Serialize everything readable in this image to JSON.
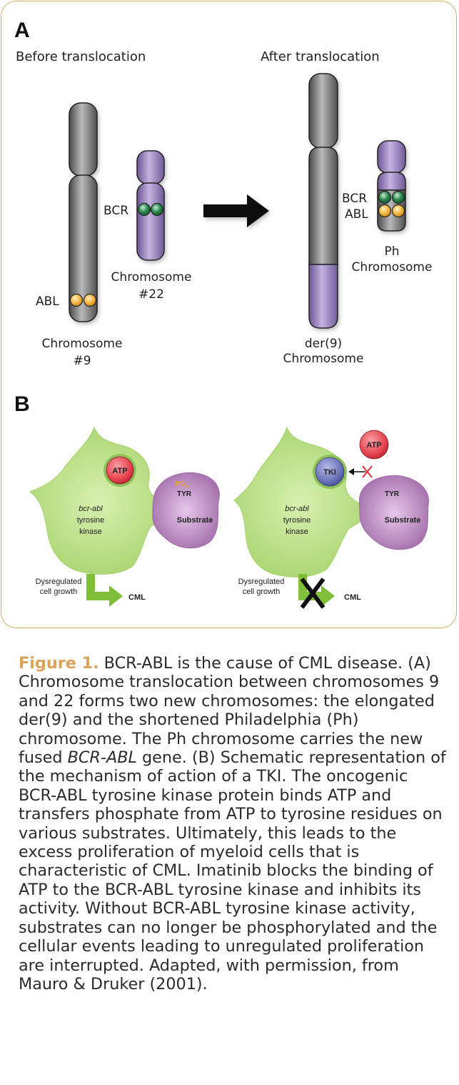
{
  "panel_a": {
    "letter": "A",
    "before_heading": "Before translocation",
    "after_heading": "After translocation",
    "bcr_label": "BCR",
    "abl_label": "ABL",
    "chr9_line1": "Chromosome",
    "chr9_line2": "#9",
    "chr22_line1": "Chromosome",
    "chr22_line2": "#22",
    "der9_line1": "der(9)",
    "der9_line2": "Chromosome",
    "ph_line1": "Ph",
    "ph_line2": "Chromosome",
    "colors": {
      "chr9": "#7d7d7d",
      "chr22": "#9b84bf",
      "bcr": "#2f8a52",
      "abl": "#f2b640"
    }
  },
  "panel_b": {
    "letter": "B",
    "left": {
      "atp": "ATP",
      "po4": "PO",
      "po4_sub": "4",
      "tyr": "TYR",
      "substrate": "Substrate",
      "kinase_line1": "bcr-abl",
      "kinase_line2": "tyrosine",
      "kinase_line3": "kinase",
      "growth_line1": "Dysregulated",
      "growth_line2": "cell growth",
      "cml": "CML"
    },
    "right": {
      "atp": "ATP",
      "tki": "TKI",
      "tyr": "TYR",
      "substrate": "Substrate",
      "kinase_line1": "bcr-abl",
      "kinase_line2": "tyrosine",
      "kinase_line3": "kinase",
      "growth_line1": "Dysregulated",
      "growth_line2": "cell growth",
      "cml": "CML"
    },
    "colors": {
      "kinase": "#a5d36a",
      "atp": "#e6434e",
      "tki": "#6a72b8",
      "substrate": "#a06aa8",
      "arrow": "#7fbf3a",
      "po4": "#e8a233"
    }
  },
  "caption": {
    "label": "Figure 1.",
    "text": " BCR-ABL is the cause of CML disease. (A) Chromosome translocation between chromosomes 9 and 22 forms two new chromosomes: the elongated der(9) and the shortened Philadelphia (Ph) chromosome. The Ph chromosome carries the new fused ",
    "italic": "BCR-ABL",
    "text2": " gene. (B) Schematic representation of the mechanism of action of a TKI. The oncogenic BCR-ABL tyrosine kinase protein binds ATP and transfers phosphate from ATP to tyrosine residues on various substrates. Ultimately, this leads to the excess proliferation of myeloid cells that is characteristic of CML. Imatinib blocks the binding of ATP to the BCR-ABL tyrosine kinase and inhibits its activity. Without BCR-ABL tyrosine kinase activity, substrates can no longer be phosphorylated and the cellular events leading to unregulated proliferation are interrupted. Adapted, with permission, from Mauro & Druker (2001)."
  }
}
